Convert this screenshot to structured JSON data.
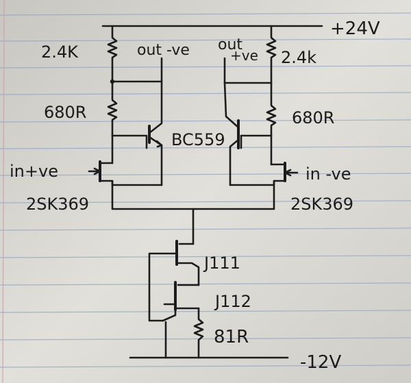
{
  "labels": {
    "supply_pos": "+24V",
    "supply_neg": "-12V",
    "r_load_left": "2.4K",
    "r_load_right": "2.4k",
    "r_emit_left": "680R",
    "r_emit_right": "680R",
    "out_neg": "out -ve",
    "out_pos_word": "out",
    "out_pos_sign": "+ve",
    "bjt": "BC559",
    "in_pos": "in+ve",
    "in_neg": "in -ve",
    "jfet_left": "2SK369",
    "jfet_right": "2SK369",
    "j1": "J111",
    "j2": "J112",
    "r_bias": "81R"
  },
  "colors": {
    "paper": "#d9d7d2",
    "rule_line": "#8fa3c4",
    "margin_line": "#c9a3a8",
    "ink": "#1c1c1c"
  }
}
